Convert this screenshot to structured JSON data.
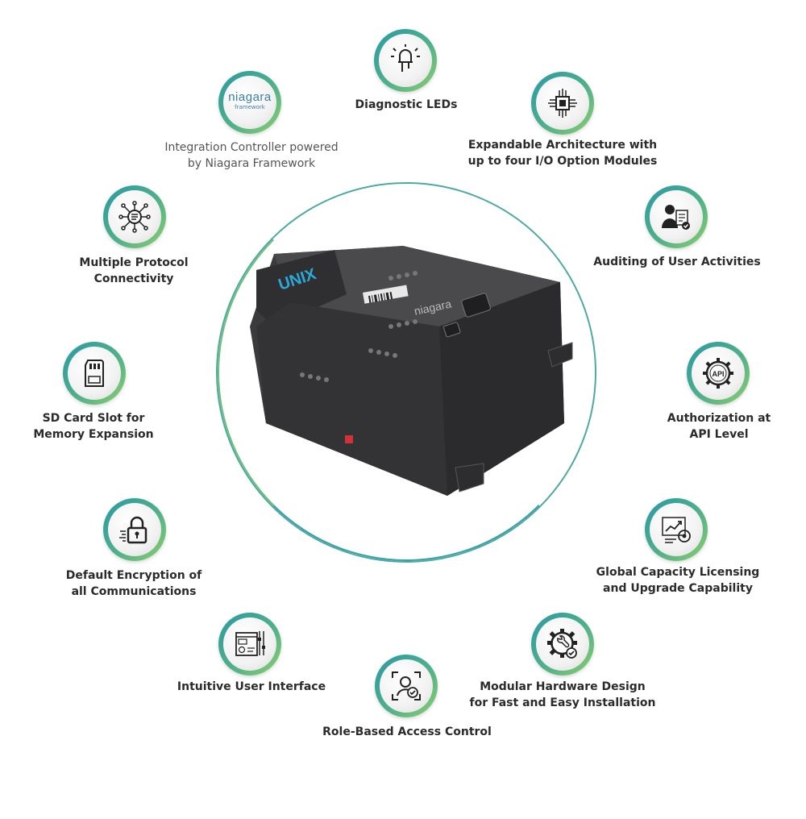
{
  "features": {
    "diagnostic_leds": {
      "label": "Diagnostic LEDs",
      "icon": "led-bulb-icon"
    },
    "niagara": {
      "line1": "Integration Controller powered",
      "line2": "by Niagara Framework",
      "icon": "niagara-logo",
      "logo_text": "niagara",
      "logo_small": "framework"
    },
    "expandable": {
      "line1": "Expandable Architecture with",
      "line2": "up to four I/O Option Modules",
      "icon": "chip-icon"
    },
    "protocol": {
      "line1": "Multiple Protocol",
      "line2": "Connectivity",
      "icon": "network-hub-icon"
    },
    "auditing": {
      "label": "Auditing of User Activities",
      "icon": "user-checklist-icon"
    },
    "sd_card": {
      "line1": "SD Card Slot for",
      "line2": "Memory Expansion",
      "icon": "sd-card-icon"
    },
    "authorization": {
      "line1": "Authorization at",
      "line2": "API Level",
      "icon": "api-gear-icon",
      "icon_text": "API"
    },
    "encryption": {
      "line1": "Default Encryption of",
      "line2": "all Communications",
      "icon": "padlock-icon"
    },
    "licensing": {
      "line1": "Global Capacity Licensing",
      "line2": "and Upgrade Capability",
      "icon": "growth-chart-icon"
    },
    "ui": {
      "label": "Intuitive User Interface",
      "icon": "dashboard-icon"
    },
    "modular": {
      "line1": "Modular Hardware Design",
      "line2": "for Fast and Easy Installation",
      "icon": "gear-wrench-icon"
    },
    "rbac": {
      "label": "Role-Based Access Control",
      "icon": "face-scan-icon"
    }
  },
  "device": {
    "brand": "UNIX",
    "model_text": "niagara"
  },
  "colors": {
    "ring": "#4ea9a3",
    "badge_start": "#2a9aa4",
    "badge_end": "#8ccf6e",
    "text": "#2b2b2b",
    "device": "#3a3a3c"
  }
}
